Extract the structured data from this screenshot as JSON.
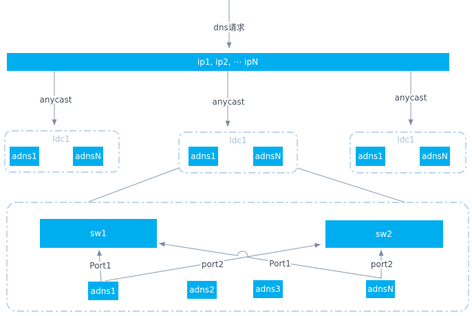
{
  "flow": {
    "dns_request_label": "dns请求",
    "vip_bar_label": "ip1, ip2, ⋯ ipN",
    "anycast_labels": [
      "anycast",
      "anycast",
      "anycast"
    ]
  },
  "idc_clusters": [
    {
      "title": "Idc1",
      "nodes": [
        "adns1",
        "adnsN"
      ]
    },
    {
      "title": "Idc1",
      "nodes": [
        "adns1",
        "adnsN"
      ]
    },
    {
      "title": "Idc1",
      "nodes": [
        "adns1",
        "adnsN"
      ]
    }
  ],
  "switch_cluster": {
    "switches": [
      "sw1",
      "sw2"
    ],
    "servers": [
      "adns1",
      "adns2",
      "adns3",
      "adnsN"
    ],
    "links": [
      {
        "from": "adns1",
        "to": "sw1",
        "label": "Port1"
      },
      {
        "from": "adns1",
        "to": "sw2",
        "label": "Port1"
      },
      {
        "from": "adnsN",
        "to": "sw1",
        "label": "port2"
      },
      {
        "from": "adnsN",
        "to": "sw2",
        "label": "port2"
      }
    ]
  },
  "colors": {
    "node_fill": "#00aeef",
    "node_text": "#ffffff",
    "container_border": "#a9c7e7",
    "cluster_title": "#a9c2dc",
    "connector": "#90a0b6",
    "connector_head": "#7b8ba1",
    "label_text": "#45505e"
  }
}
